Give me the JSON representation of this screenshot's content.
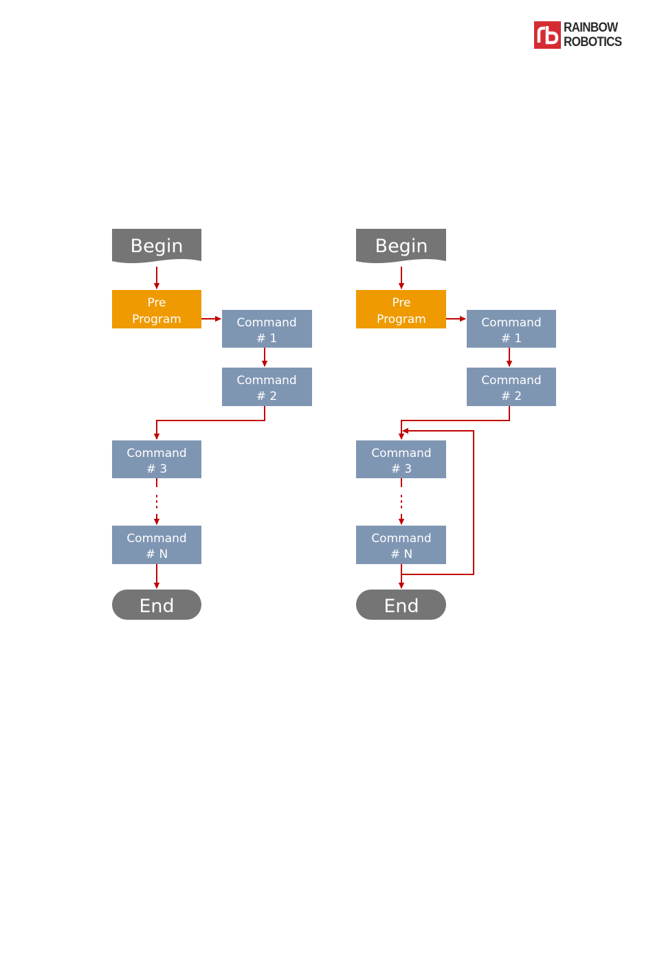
{
  "logo": {
    "line1": "RAINBOW",
    "line2": "ROBOTICS"
  },
  "flows": [
    {
      "begin": "Begin",
      "pre_program": [
        "Pre",
        "Program"
      ],
      "commands": [
        [
          "Command",
          "#  1"
        ],
        [
          "Command",
          "#  2"
        ],
        [
          "Command",
          "#  3"
        ],
        [
          "Command",
          "#  N"
        ]
      ],
      "end": "End",
      "loop": false
    },
    {
      "begin": "Begin",
      "pre_program": [
        "Pre",
        "Program"
      ],
      "commands": [
        [
          "Command",
          "#  1"
        ],
        [
          "Command",
          "#  2"
        ],
        [
          "Command",
          "#  3"
        ],
        [
          "Command",
          "#  N"
        ]
      ],
      "end": "End",
      "loop": true
    }
  ],
  "colors": {
    "begin_end": "#757575",
    "pre_program": "#ee9a00",
    "command": "#7f96b3",
    "arrow": "#c00000"
  }
}
